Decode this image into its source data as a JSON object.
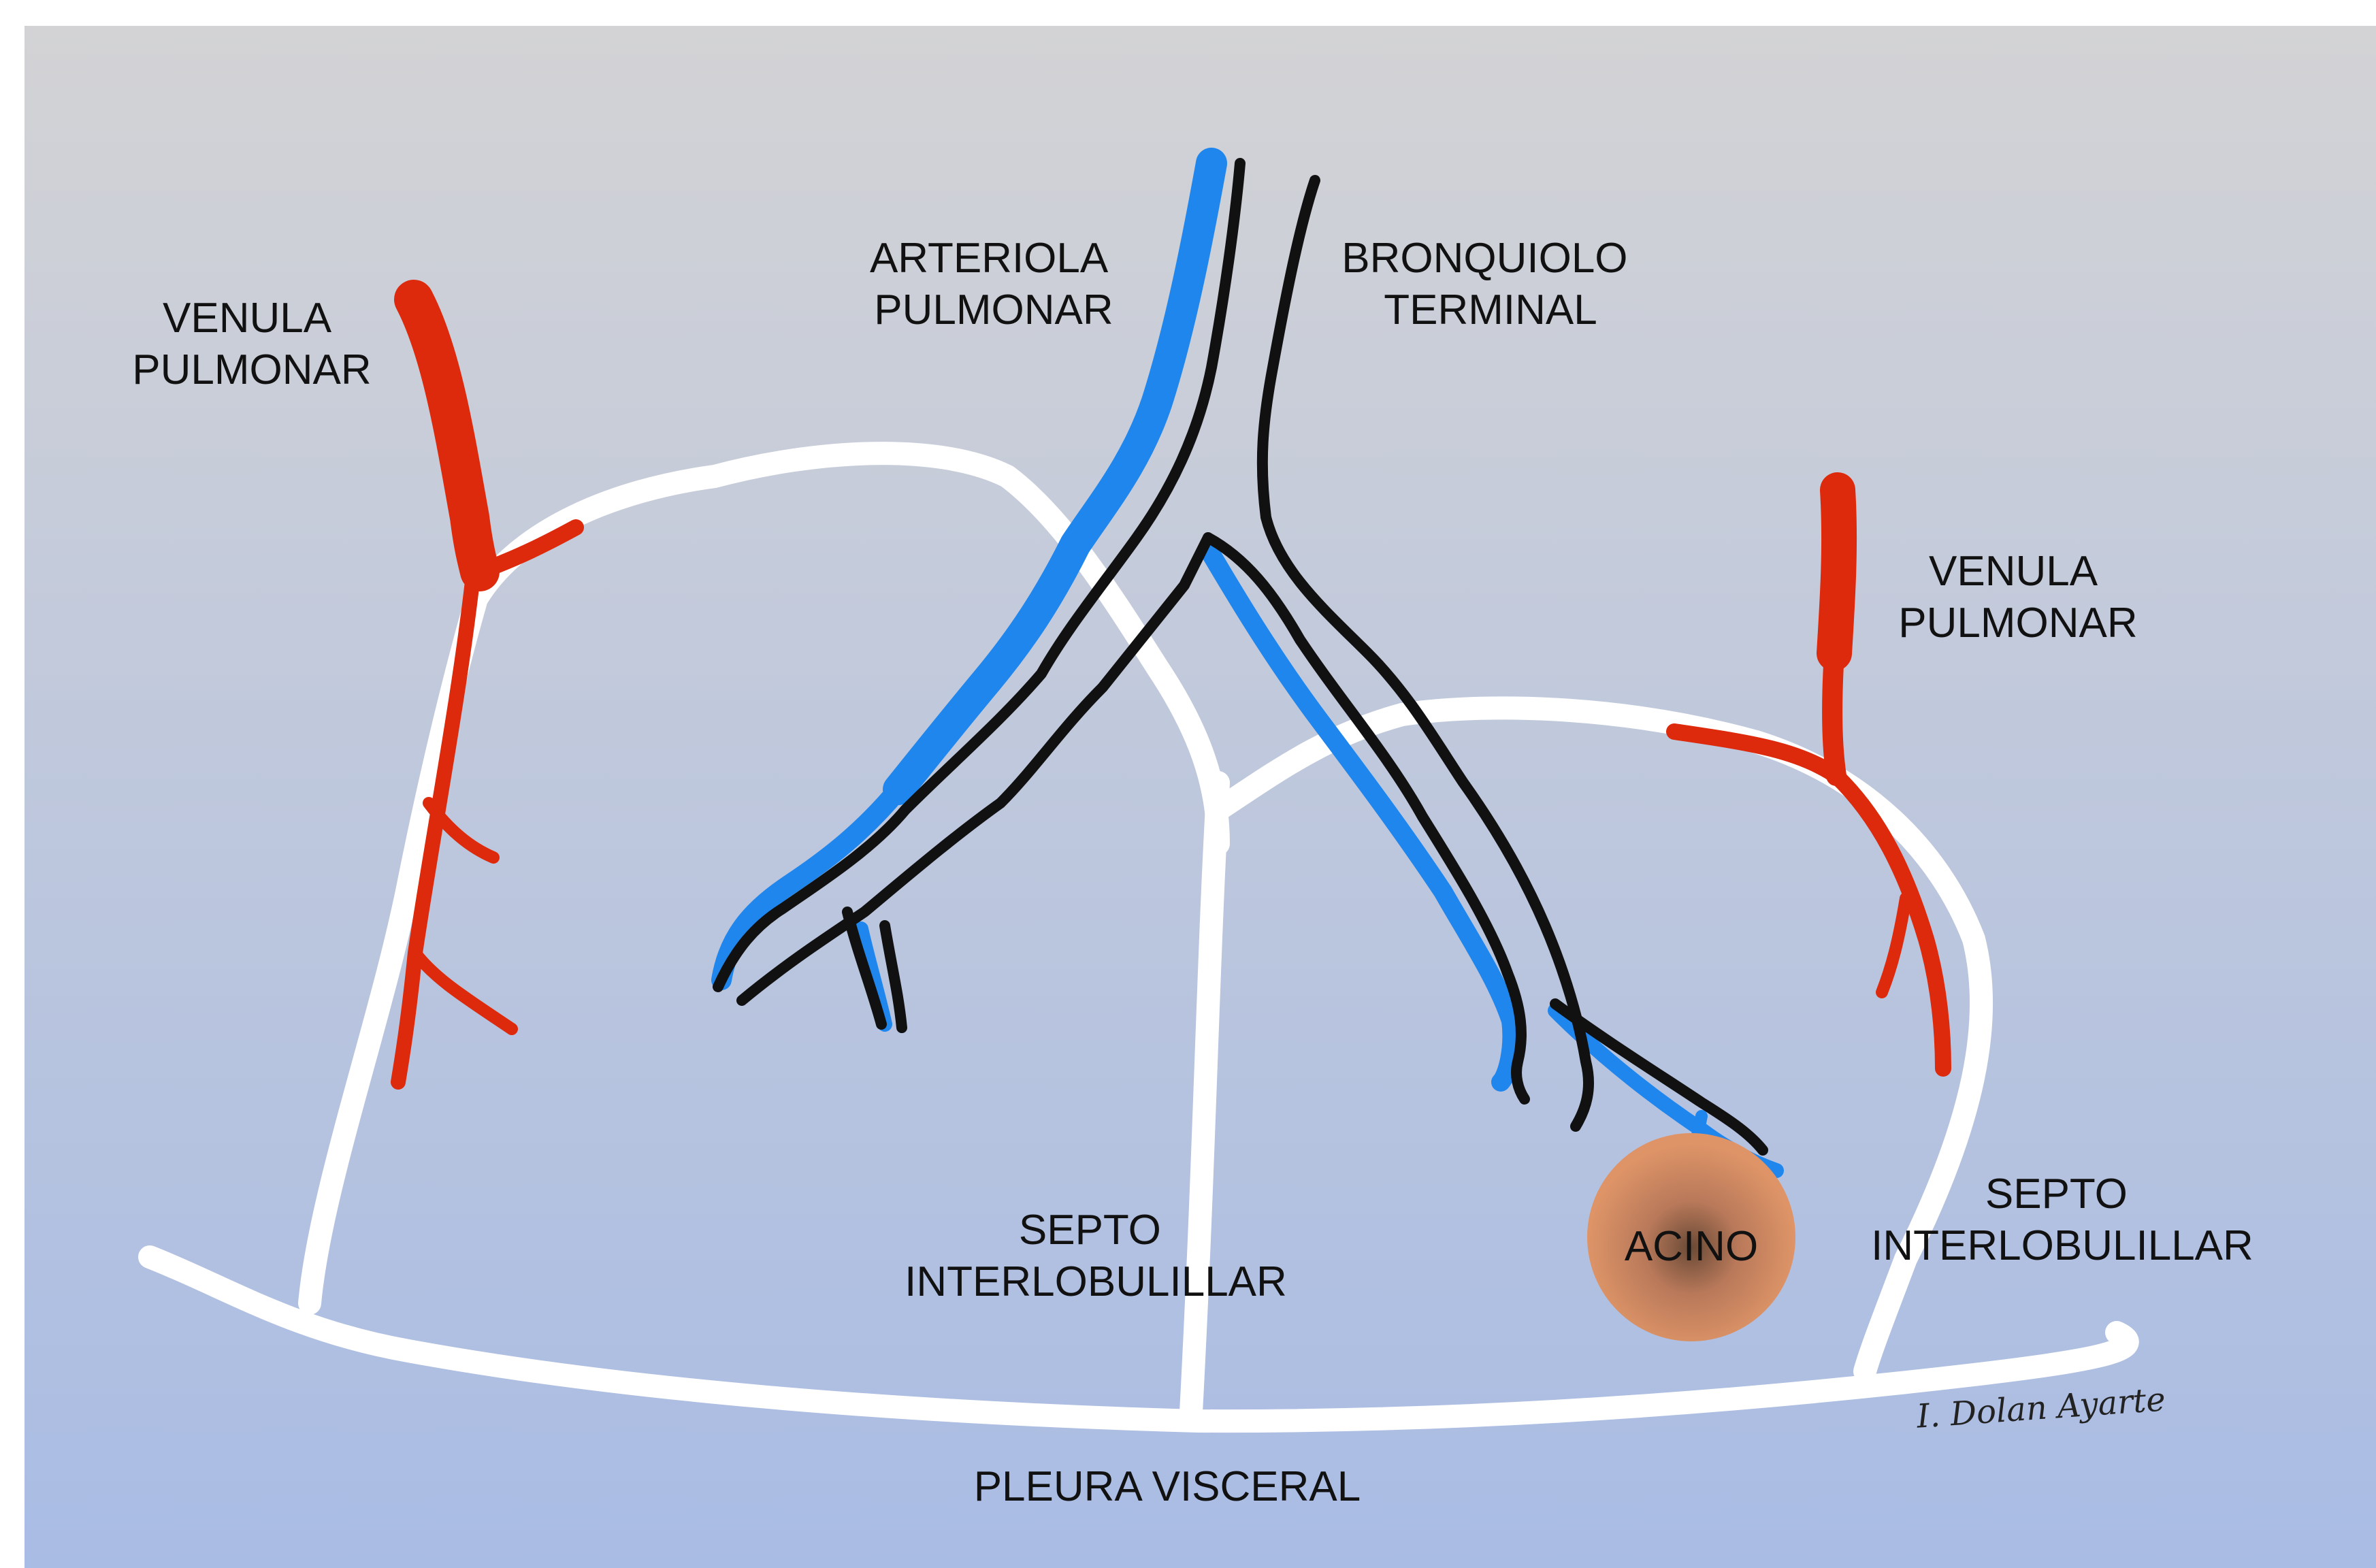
{
  "labels": {
    "venula_left": [
      "VENULA",
      "PULMONAR"
    ],
    "arteriola": [
      "ARTERIOLA",
      "PULMONAR"
    ],
    "bronquiolo": [
      "BRONQUIOLO",
      "TERMINAL"
    ],
    "venula_right": [
      "VENULA",
      "PULMONAR"
    ],
    "septo_center": [
      "SEPTO",
      "INTERLOBULILLAR"
    ],
    "septo_right": [
      "SEPTO",
      "INTERLOBULILLAR"
    ],
    "acino": "ACINO",
    "pleura": "PLEURA VISCERAL"
  },
  "signature": "I. Dolan Ayarte",
  "colors": {
    "background_top": "#d3d3d5",
    "background_bottom": "#a9bce4",
    "septum": "#ffffff",
    "vein": "#dd2a0c",
    "artery": "#1f86ee",
    "bronchiole": "#111111",
    "acinus_outer": "#de9467",
    "acinus_inner": "#6a4a36"
  }
}
